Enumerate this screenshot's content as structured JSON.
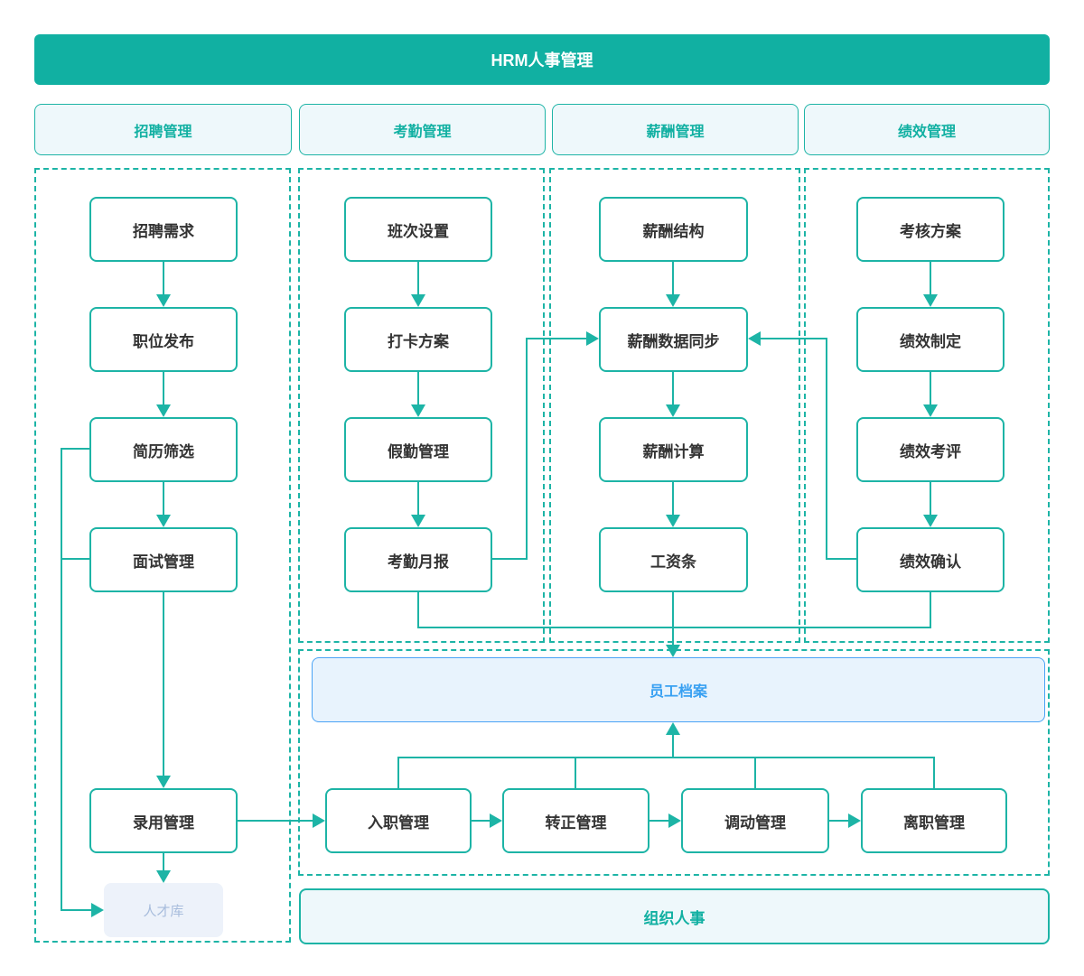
{
  "header": {
    "title": "HRM人事管理"
  },
  "columns": [
    {
      "label": "招聘管理",
      "nodes": [
        "招聘需求",
        "职位发布",
        "简历筛选",
        "面试管理",
        "录用管理"
      ],
      "pool": "人才库"
    },
    {
      "label": "考勤管理",
      "nodes": [
        "班次设置",
        "打卡方案",
        "假勤管理",
        "考勤月报"
      ]
    },
    {
      "label": "薪酬管理",
      "nodes": [
        "薪酬结构",
        "薪酬数据同步",
        "薪酬计算",
        "工资条"
      ]
    },
    {
      "label": "绩效管理",
      "nodes": [
        "考核方案",
        "绩效制定",
        "绩效考评",
        "绩效确认"
      ]
    }
  ],
  "employee_archive": {
    "label": "员工档案"
  },
  "lifecycle": {
    "nodes": [
      "入职管理",
      "转正管理",
      "调动管理",
      "离职管理"
    ]
  },
  "organization": {
    "label": "组织人事"
  },
  "colors": {
    "teal": "#11b0a2",
    "line": "#1db4a6",
    "lane_bg": "#eef8fb",
    "node_text": "#333333",
    "blue_border": "#4aa3f5",
    "blue_text": "#38a0f2",
    "blue_bg": "#e8f3fd",
    "pool_bg": "#edf2fa",
    "pool_text": "#a7bcdc",
    "header_text": "#ffffff"
  }
}
